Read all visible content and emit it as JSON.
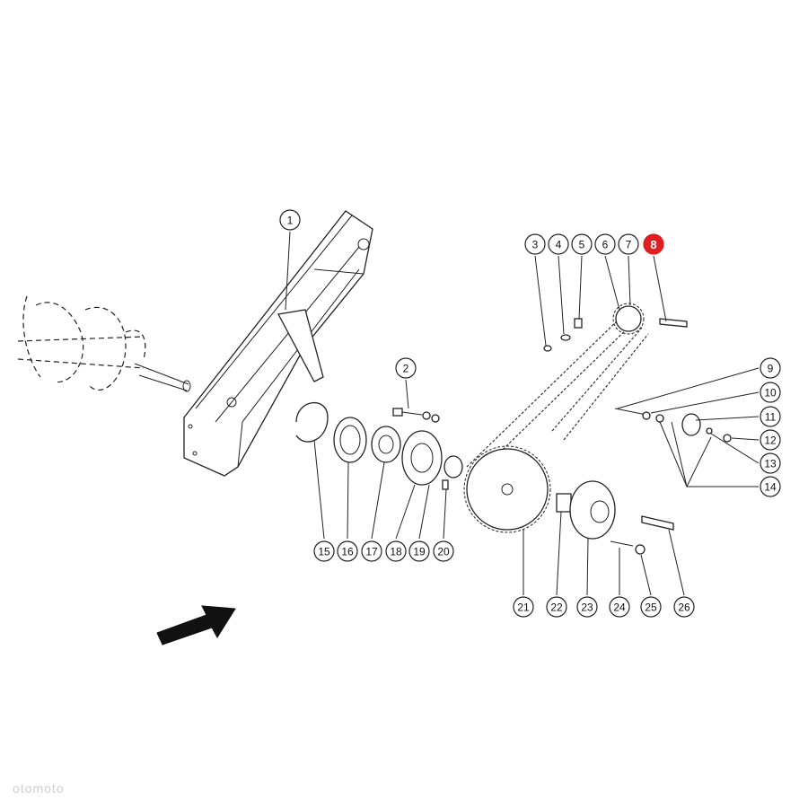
{
  "diagram": {
    "callouts": [
      {
        "label": "1"
      },
      {
        "label": "2"
      },
      {
        "label": "3"
      },
      {
        "label": "4"
      },
      {
        "label": "5"
      },
      {
        "label": "6"
      },
      {
        "label": "7"
      },
      {
        "label": "8",
        "highlight": true
      },
      {
        "label": "9"
      },
      {
        "label": "10"
      },
      {
        "label": "11"
      },
      {
        "label": "12"
      },
      {
        "label": "13"
      },
      {
        "label": "14"
      },
      {
        "label": "15"
      },
      {
        "label": "16"
      },
      {
        "label": "17"
      },
      {
        "label": "18"
      },
      {
        "label": "19"
      },
      {
        "label": "20"
      },
      {
        "label": "21"
      },
      {
        "label": "22"
      },
      {
        "label": "23"
      },
      {
        "label": "24"
      },
      {
        "label": "25"
      },
      {
        "label": "26"
      }
    ],
    "highlight_color": "#e02020",
    "line_color": "#222222"
  },
  "watermark": "otomoto"
}
